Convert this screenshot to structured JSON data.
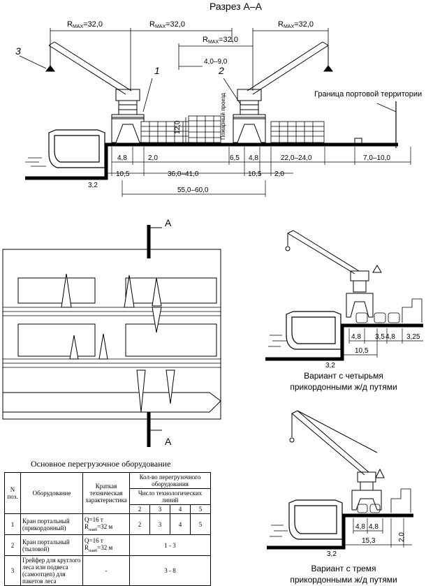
{
  "section_title": "Разрез А–А",
  "callouts": {
    "c1": "1",
    "c2": "2",
    "c3": "3"
  },
  "rmax": {
    "r1": "R",
    "r2": "R",
    "r3": "R",
    "r4": "R",
    "sub": "MAX",
    "val": "=32,0"
  },
  "dims_top": {
    "h_rail": "4,0–9,0",
    "stack_h": "12,0",
    "fire_lane": "Пожарный проезд",
    "boundary": "Граница портовой территории",
    "d_48a": "4,8",
    "d_20a": "2,0",
    "d_65": "6,5",
    "d_48b": "4,8",
    "d_2224": "22,0–24,0",
    "d_710": "7,0–10,0",
    "d_105a": "10,5",
    "d_3641": "36,0–41,0",
    "d_105b": "10,5",
    "d_20b": "2,0",
    "d_32": "3,2",
    "d_5560": "55,0–60,0"
  },
  "plan": {
    "section_mark_top": "А",
    "section_mark_bottom": "А"
  },
  "variant4": {
    "d_48": "4,8",
    "d_35": "3,5",
    "d_48b": "4,8",
    "d_325": "3,25",
    "d_105": "10,5",
    "d_32": "3,2",
    "caption_l1": "Вариант с четырьмя",
    "caption_l2": "прикордонными ж/д путями"
  },
  "variant3": {
    "d_48a": "4,8",
    "d_48b": "4,8",
    "d_153": "15,3",
    "d_20": "2,0",
    "d_32": "3,2",
    "caption_l1": "Вариант с тремя",
    "caption_l2": "прикордонными ж/д путями"
  },
  "table": {
    "title": "Основное перегрузочное оборудование",
    "h_n": "N поз.",
    "h_equipment": "Оборудование",
    "h_spec": "Краткая техническая характеристика",
    "h_count": "Кол-во перегрузочного оборудования",
    "h_lines": "Число технологических линий",
    "lines": [
      "2",
      "3",
      "4",
      "5"
    ],
    "rows": [
      {
        "n": "1",
        "eq": "Кран портальный (прикордонный)",
        "spec1": "Q=16 т",
        "spec2": "R",
        "spec2sub": "наиб",
        "spec2b": "=32 м",
        "c": [
          "2",
          "3",
          "4",
          "5"
        ]
      },
      {
        "n": "2",
        "eq": "Кран портальный (тыловой)",
        "spec1": "Q=16 т",
        "spec2": "R",
        "spec2sub": "наиб",
        "spec2b": "=32 м",
        "span": "1 - 3"
      },
      {
        "n": "3",
        "eq": "Грейфер для круглого леса или подвеса (самоотцеп) для пакетов леса",
        "spec1": "-",
        "span": "3 - 8"
      }
    ]
  }
}
